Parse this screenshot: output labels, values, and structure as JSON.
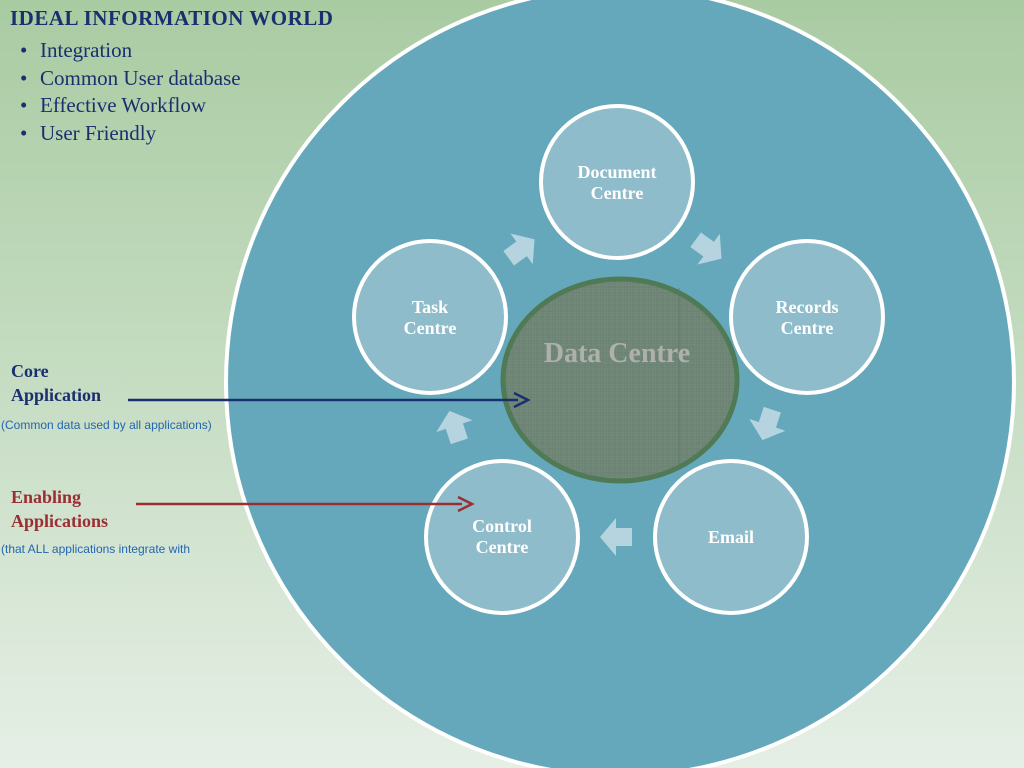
{
  "header": {
    "title": "IDEAL  INFORMATION WORLD",
    "bullets": [
      "Integration",
      "Common User database",
      "Effective Workflow",
      "User Friendly"
    ]
  },
  "labels": {
    "core": {
      "line1": "Core",
      "line2": "Application",
      "note": "(Common data used by all applications)"
    },
    "enabling": {
      "line1": "Enabling",
      "line2": "Applications",
      "note": "(that ALL applications integrate with"
    }
  },
  "diagram": {
    "center": "Data Centre",
    "nodes": {
      "document": {
        "line1": "Document",
        "line2": "Centre"
      },
      "records": {
        "line1": "Records",
        "line2": "Centre"
      },
      "email": {
        "line1": "Email"
      },
      "control": {
        "line1": "Control",
        "line2": "Centre"
      },
      "task": {
        "line1": "Task",
        "line2": "Centre"
      }
    }
  },
  "colors": {
    "title": "#1a2f6e",
    "enabling": "#9a2e32",
    "note": "#2466b0",
    "big_circle": "#66a8bb",
    "node_fill": "#8fbccb",
    "data_centre_fill": "#6f8677",
    "data_centre_border": "#4f7a55"
  }
}
